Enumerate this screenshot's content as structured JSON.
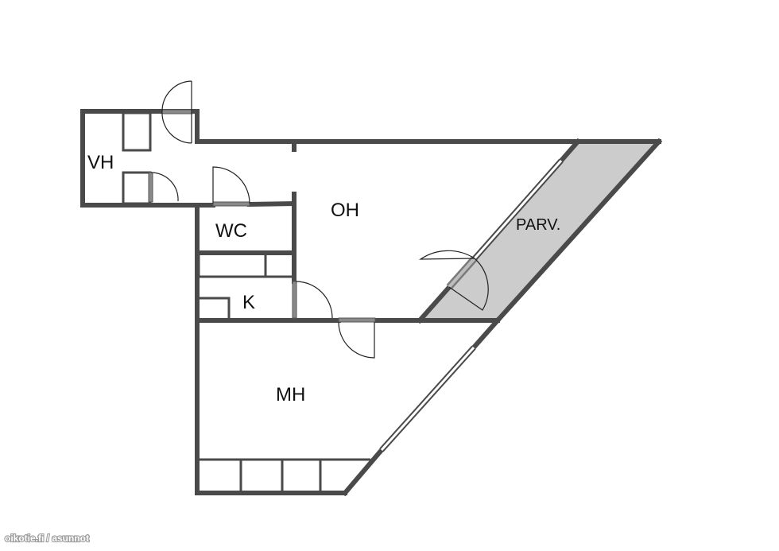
{
  "rooms": {
    "vh": "VH",
    "oh": "OH",
    "wc": "WC",
    "parv": "PARV.",
    "k": "K",
    "mh": "MH"
  },
  "watermark": "oikotie.fi / asunnot",
  "colors": {
    "wall": "#4a4a4a",
    "balcony_fill": "#cccccc",
    "background": "#ffffff"
  }
}
